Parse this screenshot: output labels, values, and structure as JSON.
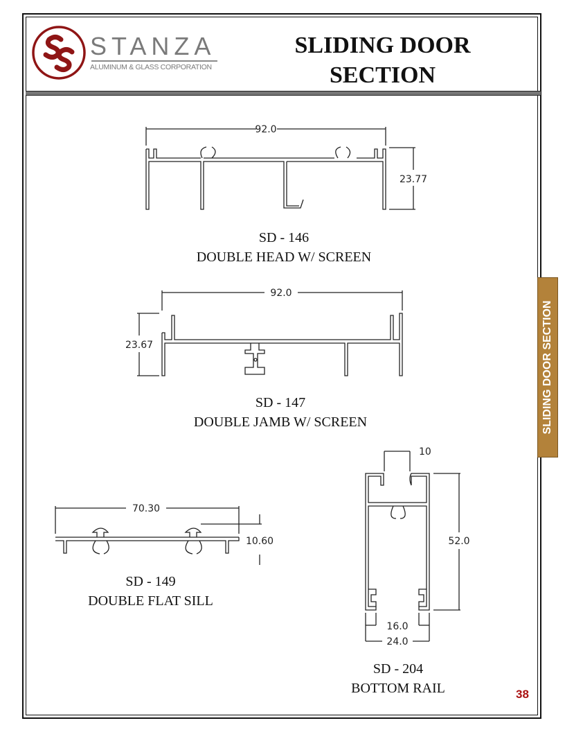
{
  "header": {
    "brand_name": "STANZA",
    "brand_subtitle": "ALUMINUM & GLASS CORPORATION",
    "logo_letters": "SS",
    "title_line1": "SLIDING DOOR",
    "title_line2": "SECTION"
  },
  "side_tab": {
    "label": "SLIDING DOOR SECTION",
    "color": "#b3823a"
  },
  "profiles": [
    {
      "code": "SD - 146",
      "name": "DOUBLE HEAD W/ SCREEN",
      "dims": {
        "width": "92.0",
        "height": "23.77"
      }
    },
    {
      "code": "SD - 147",
      "name": "DOUBLE JAMB W/ SCREEN",
      "dims": {
        "width": "92.0",
        "height": "23.67"
      }
    },
    {
      "code": "SD - 149",
      "name": "DOUBLE FLAT SILL",
      "dims": {
        "width": "70.30",
        "height": "10.60"
      }
    },
    {
      "code": "SD - 204",
      "name": "BOTTOM RAIL",
      "dims": {
        "slot": "10",
        "height": "52.0",
        "inner": "16.0",
        "width": "24.0"
      }
    }
  ],
  "page_number": "38"
}
